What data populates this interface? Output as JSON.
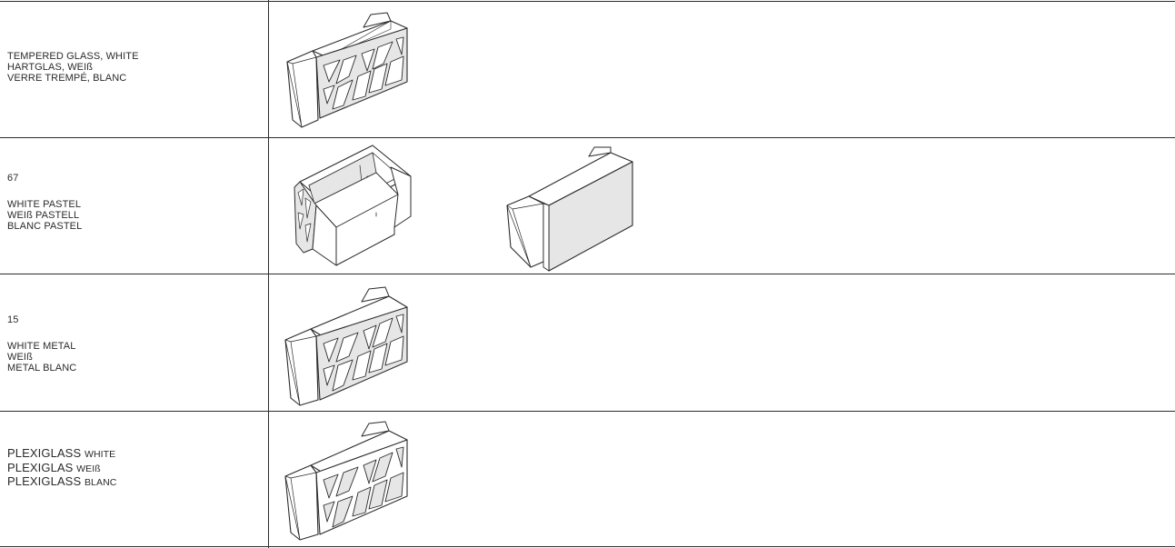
{
  "rows": [
    {
      "lines": [
        "TEMPERED GLASS, WHITE",
        "HARTGLAS, WEIß",
        "VERRE TREMPÉ, BLANC"
      ],
      "illustrations": [
        "counter-with-tempered-glass-panel-icon"
      ]
    },
    {
      "code": "67",
      "lines": [
        "WHITE PASTEL",
        "WEIß PASTELL",
        "BLANC PASTEL"
      ],
      "illustrations": [
        "counter-rear-view-icon",
        "counter-solid-front-icon"
      ]
    },
    {
      "code": "15",
      "lines": [
        "WHITE METAL",
        "WEIß",
        "METAL BLANC"
      ],
      "illustrations": [
        "counter-with-white-metal-panel-icon"
      ]
    },
    {
      "lines": [
        {
          "a": "PLEXIGLASS",
          "b": "WHITE"
        },
        {
          "a": "PLEXIGLAS",
          "b": "WEIß"
        },
        {
          "a": "PLEXIGLASS",
          "b": "BLANC"
        }
      ],
      "illustrations": [
        "counter-with-plexiglass-panel-icon"
      ]
    }
  ],
  "colors": {
    "line": "#2b2b2b",
    "panel_fill": "#e6e6e6",
    "background": "#ffffff"
  }
}
